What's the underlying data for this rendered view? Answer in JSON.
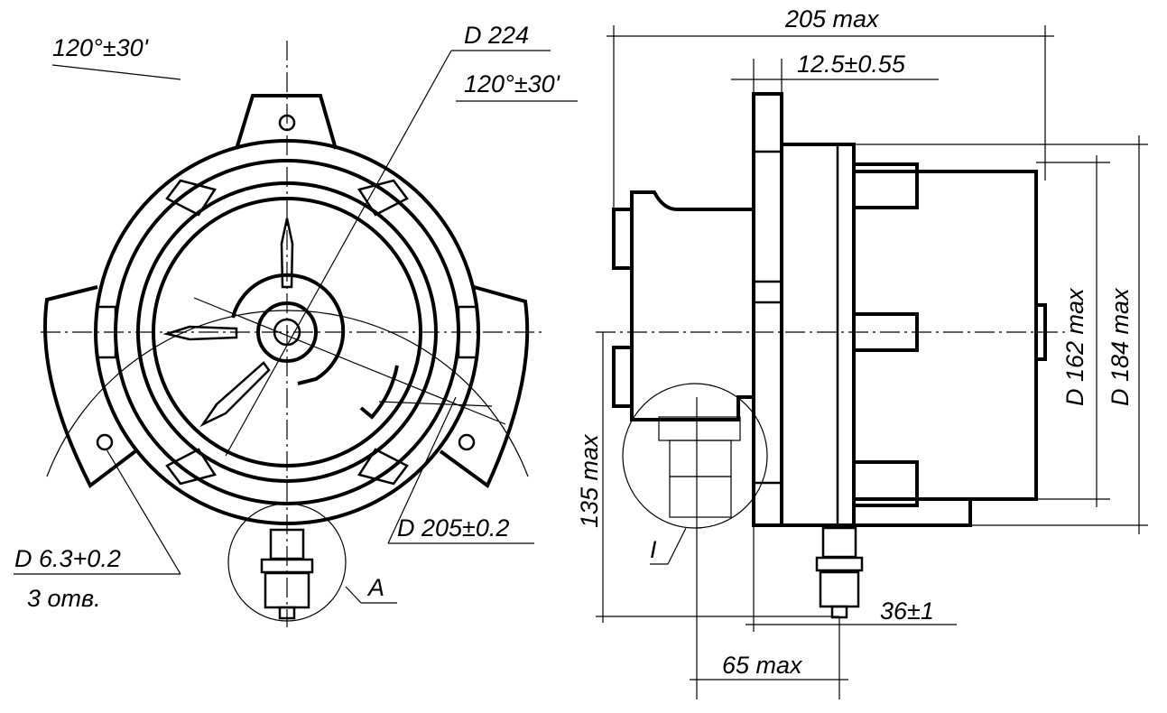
{
  "labels": {
    "angle_left": "120°±30'",
    "diameter_outer": "D 224",
    "angle_right": "120°±30'",
    "diameter_hole_circle": "D 205±0.2",
    "hole_diameter": "D 6.3+0.2",
    "hole_count": "3 отв.",
    "view_a": "A",
    "length_total": "205 max",
    "flange_thickness": "12.5±0.55",
    "diameter_body": "D 162 max",
    "diameter_flange": "D 184 max",
    "height_axis": "135 max",
    "detail_i": "I",
    "gland_offset": "36±1",
    "gland_spacing": "65 max"
  },
  "colors": {
    "ink": "#000000",
    "paper": "#ffffff"
  }
}
